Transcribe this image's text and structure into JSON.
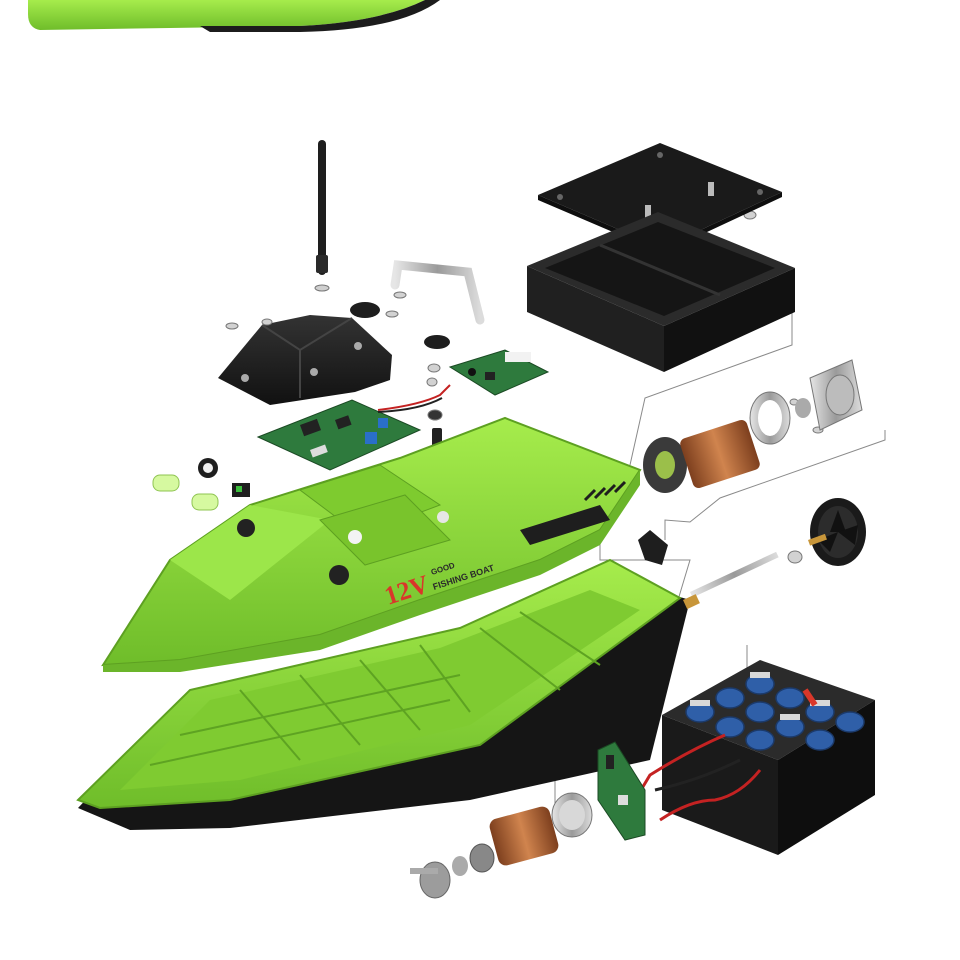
{
  "decal": {
    "voltage": "12V",
    "brand_top": "GOOD",
    "brand_bottom": "FISHING BOAT"
  },
  "colors": {
    "hull_green": "#8fdc3a",
    "hull_green_dark": "#6bb52a",
    "hull_bottom": "#1f1f1f",
    "case_black": "#1c1c1c",
    "pcb_green": "#2e6b3a",
    "decal_red": "#d9372a",
    "battery_blue": "#2f5fa8",
    "copper": "#b86a3c",
    "steel": "#c9c9c9"
  },
  "parts": [
    "antenna-icon",
    "hatch-cover-icon",
    "handle-bar-icon",
    "main-pcb-icon",
    "receiver-pcb-icon",
    "battery-box-lid-icon",
    "battery-box-icon",
    "motor-icon",
    "propeller-icon",
    "prop-shaft-icon",
    "battery-pack-icon",
    "bait-hopper-icon",
    "hull-icon"
  ]
}
